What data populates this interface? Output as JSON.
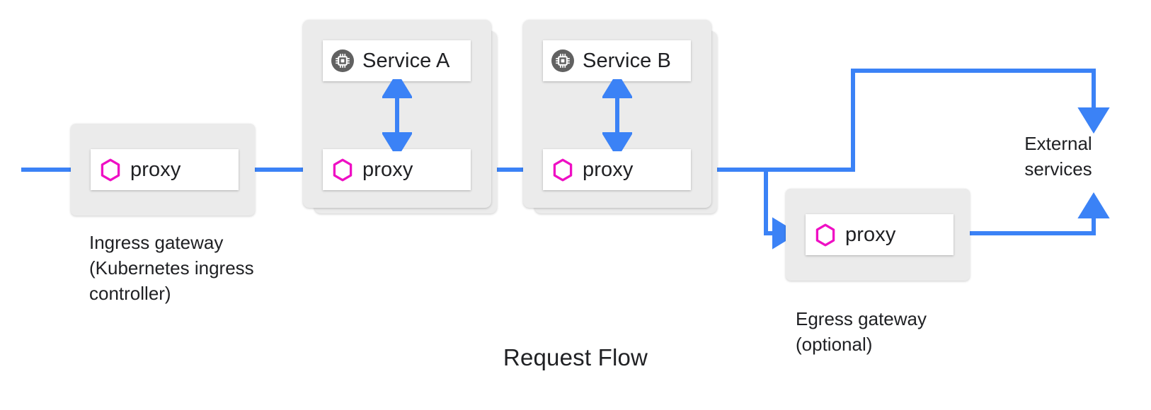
{
  "diagram": {
    "title": "Request Flow",
    "accent_line_color": "#3b82f6",
    "proxy_hex_color": "#ef0fc4",
    "service_icon_bg": "#616161",
    "card_bg": "#ebebeb",
    "text_color": "#202124"
  },
  "nodes": {
    "ingress": {
      "proxy_label": "proxy",
      "proxy_icon": "hexagon-icon",
      "caption": "Ingress gateway\n(Kubernetes ingress\ncontroller)"
    },
    "service_a": {
      "service_label": "Service A",
      "service_icon": "cpu-chip-icon",
      "proxy_label": "proxy",
      "proxy_icon": "hexagon-icon"
    },
    "service_b": {
      "service_label": "Service B",
      "service_icon": "cpu-chip-icon",
      "proxy_label": "proxy",
      "proxy_icon": "hexagon-icon"
    },
    "egress": {
      "proxy_label": "proxy",
      "proxy_icon": "hexagon-icon",
      "caption": "Egress gateway\n(optional)"
    },
    "external": {
      "label": "External\nservices"
    }
  }
}
